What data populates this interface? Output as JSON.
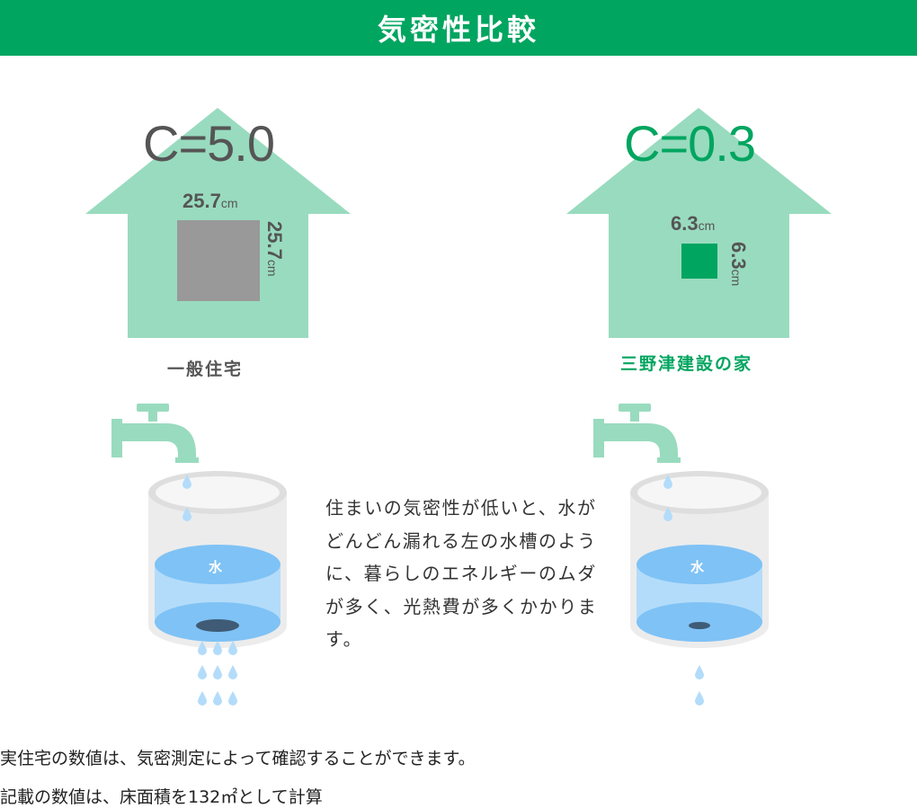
{
  "header": {
    "title": "気密性比較"
  },
  "left_house": {
    "c_value": "C=5.0",
    "width_value": "25.7",
    "height_value": "25.7",
    "unit": "cm",
    "label": "一般住宅",
    "bucket_label": "水"
  },
  "right_house": {
    "c_value": "C=0.3",
    "width_value": "6.3",
    "height_value": "6.3",
    "unit": "cm",
    "label": "三野津建設の家",
    "bucket_label": "水"
  },
  "description": "住まいの気密性が低いと、水がどんどん漏れる左の水槽のように、暮らしのエネルギーのムダが多く、光熱費が多くかかります。",
  "footnotes": {
    "line1": "実住宅の数値は、気密測定によって確認することができます。",
    "line2": "記載の数値は、床面積を132㎡として計算"
  },
  "colors": {
    "brand_green": "#00a560",
    "house_fill": "#99dbbf",
    "gray_square": "#999999",
    "water_blue": "#7fc2f5",
    "water_light": "#b3dcfa"
  }
}
